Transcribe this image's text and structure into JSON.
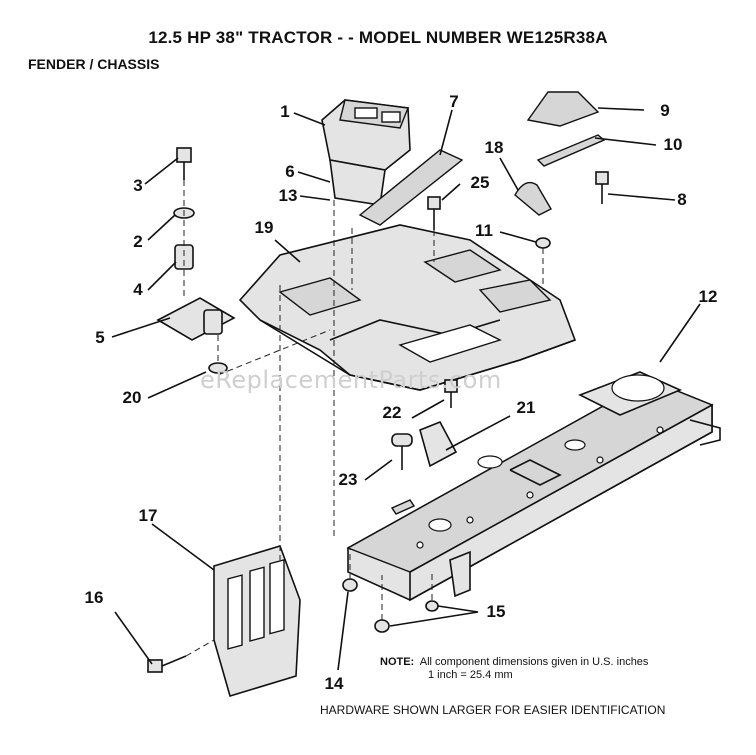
{
  "title": "12.5 HP 38\" TRACTOR - - MODEL NUMBER WE125R38A",
  "subtitle": "FENDER / CHASSIS",
  "callouts": {
    "c1": "1",
    "c2": "2",
    "c3": "3",
    "c4": "4",
    "c5": "5",
    "c6": "6",
    "c7": "7",
    "c8": "8",
    "c9": "9",
    "c10": "10",
    "c11": "11",
    "c12": "12",
    "c13": "13",
    "c14": "14",
    "c15": "15",
    "c16": "16",
    "c17": "17",
    "c18": "18",
    "c19": "19",
    "c20": "20",
    "c21": "21",
    "c22": "22",
    "c23": "23",
    "c25": "25"
  },
  "note": {
    "label": "NOTE:",
    "line1": "All component dimensions given in U.S. inches",
    "line2": "1 inch = 25.4 mm"
  },
  "footer": "HARDWARE SHOWN LARGER FOR EASIER IDENTIFICATION",
  "watermark": "eReplacementParts.com"
}
